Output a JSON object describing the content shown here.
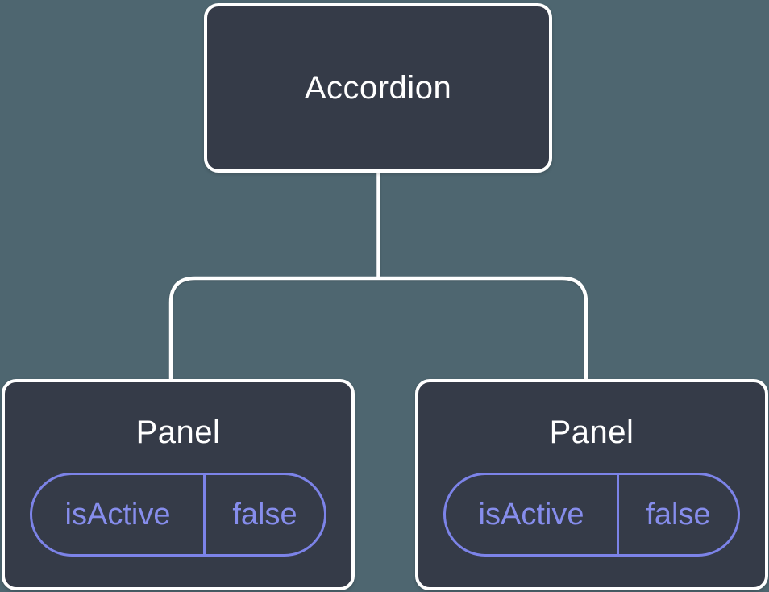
{
  "diagram": {
    "root_node": {
      "label": "Accordion"
    },
    "panels": [
      {
        "label": "Panel",
        "prop": {
          "name": "isActive",
          "value": "false"
        }
      },
      {
        "label": "Panel",
        "prop": {
          "name": "isActive",
          "value": "false"
        }
      }
    ],
    "colors": {
      "background": "#4E6670",
      "node_fill": "#353B48",
      "node_border": "#FFFFFF",
      "connector": "#FFFFFF",
      "accent_purple": "#7C83E8"
    }
  }
}
